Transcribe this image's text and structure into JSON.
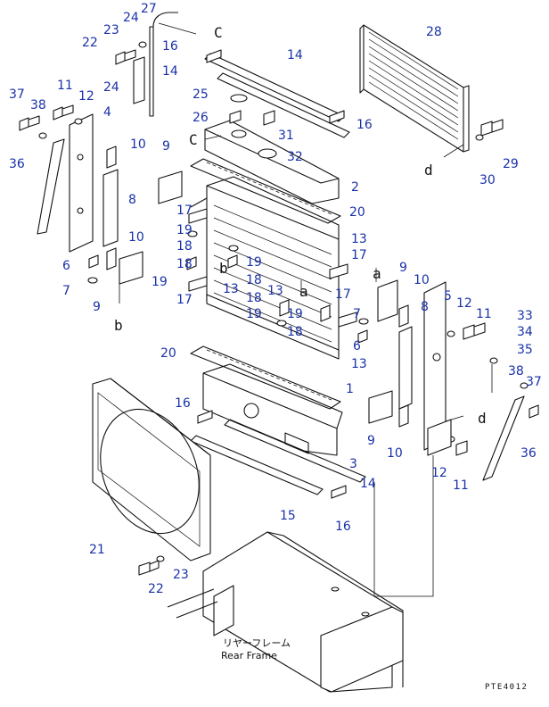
{
  "drawing_code": "PTE4012",
  "frame_label_jp": "リヤーフレーム",
  "frame_label_en": "Rear Frame",
  "refs": {
    "a": "a",
    "b": "b",
    "c": "C",
    "d": "d"
  },
  "callouts": [
    "37",
    "38",
    "36",
    "11",
    "12",
    "4",
    "6",
    "7",
    "9",
    "10",
    "8",
    "22",
    "23",
    "24",
    "27",
    "16",
    "14",
    "25",
    "26",
    "31",
    "32",
    "2",
    "20",
    "17",
    "19",
    "18",
    "13",
    "28",
    "29",
    "30",
    "5",
    "33",
    "34",
    "35",
    "1",
    "3",
    "15",
    "21"
  ]
}
